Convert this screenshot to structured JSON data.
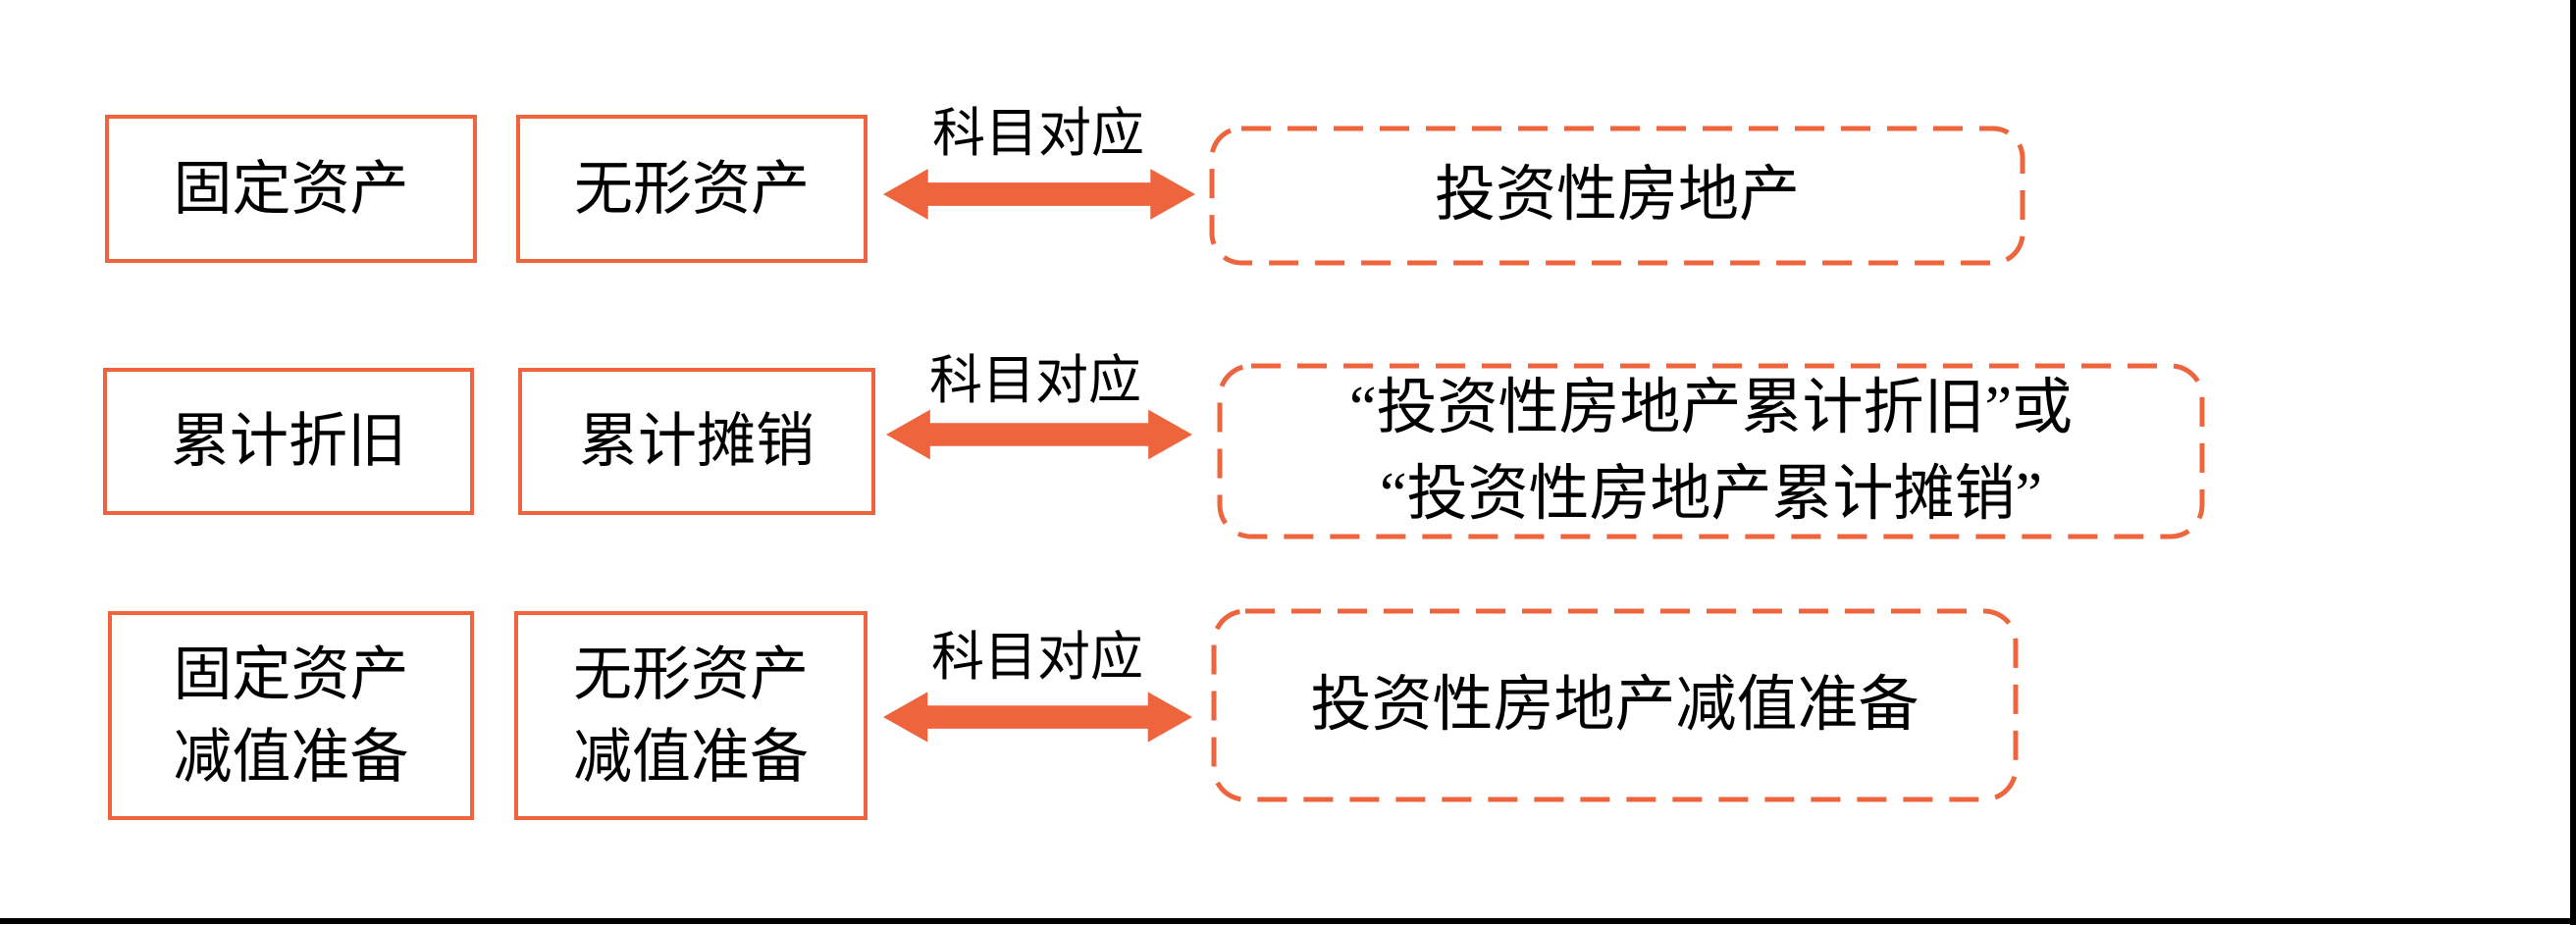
{
  "colors": {
    "accent": "#EE653D",
    "text": "#000000",
    "background": "#FFFFFF",
    "frame": "#000000"
  },
  "rows": [
    {
      "boxes": [
        {
          "label": "固定资产"
        },
        {
          "label": "无形资产"
        }
      ],
      "connector": {
        "label": "科目对应"
      },
      "target": {
        "label": "投资性房地产"
      }
    },
    {
      "boxes": [
        {
          "label": "累计折旧"
        },
        {
          "label": "累计摊销"
        }
      ],
      "connector": {
        "label": "科目对应"
      },
      "target": {
        "label": "“投资性房地产累计折旧”或\n“投资性房地产累计摊销”"
      }
    },
    {
      "boxes": [
        {
          "label": "固定资产\n减值准备"
        },
        {
          "label": "无形资产\n减值准备"
        }
      ],
      "connector": {
        "label": "科目对应"
      },
      "target": {
        "label": "投资性房地产减值准备"
      }
    }
  ]
}
